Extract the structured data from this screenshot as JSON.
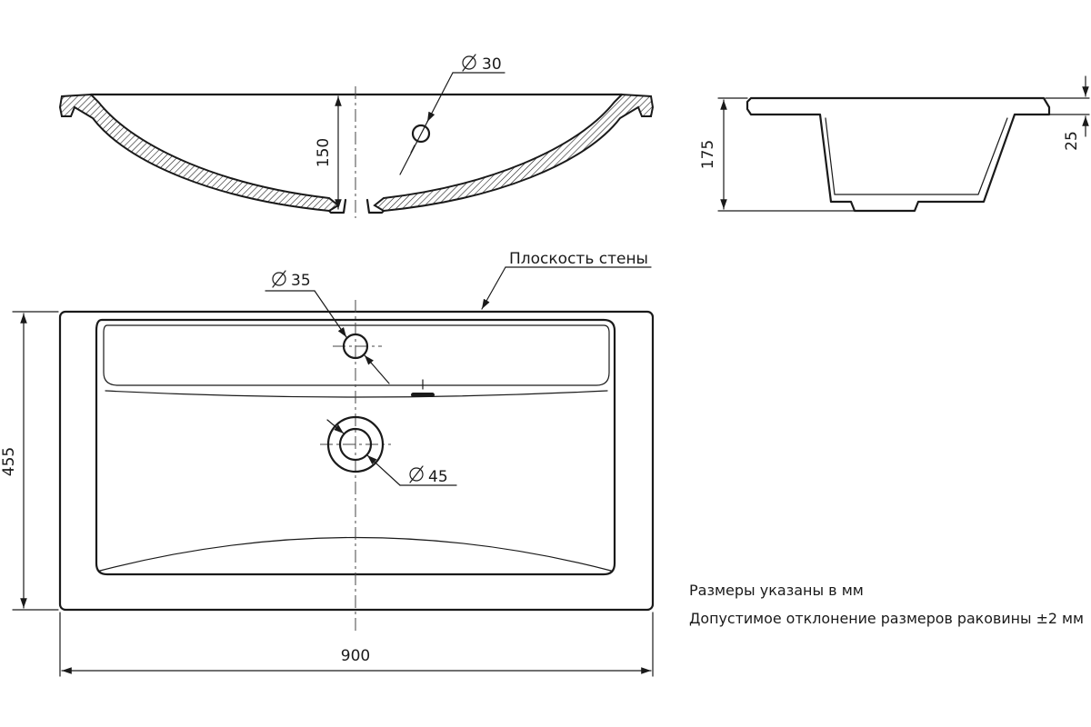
{
  "dimensions": {
    "top_hole": "30",
    "bowl_depth": "150",
    "side_height": "175",
    "rim_thickness": "25",
    "tap_hole": "35",
    "drain_hole": "45",
    "depth": "455",
    "width": "900"
  },
  "labels": {
    "wall_plane": "Плоскость стены"
  },
  "notes": {
    "units": "Размеры указаны в мм",
    "tolerance": "Допустимое отклонение размеров раковины ±2 мм"
  },
  "colors": {
    "line": "#1a1a1a",
    "background": "#ffffff"
  }
}
